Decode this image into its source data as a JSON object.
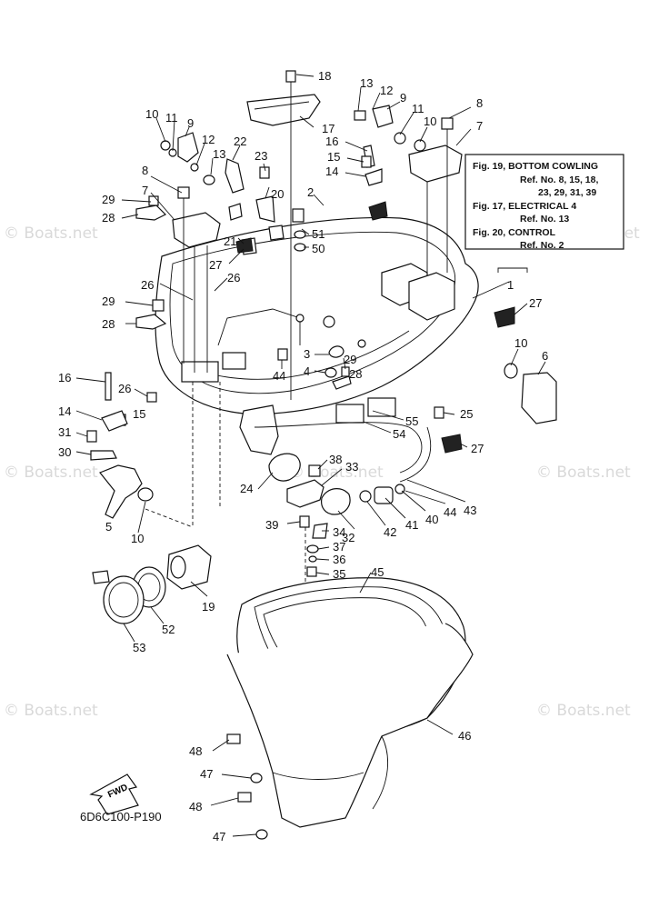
{
  "watermark": "© Boats.net",
  "diagram_code": "6D6C100-P190",
  "fwd_label": "FWD",
  "ref_box": {
    "lines": [
      "Fig. 19, BOTTOM COWLING",
      "Ref. No. 8, 15, 18,",
      "23, 29, 31, 39",
      "Fig. 17, ELECTRICAL 4",
      "Ref. No. 13",
      "Fig. 20, CONTROL",
      "Ref. No. 2"
    ]
  },
  "callouts": {
    "c18": "18",
    "c17": "17",
    "c13a": "13",
    "c12a": "12",
    "c9a": "9",
    "c11a": "11",
    "c10a": "10",
    "c8a": "8",
    "c7a": "7",
    "c16a": "16",
    "c15a": "15",
    "c14a": "14",
    "c2": "2",
    "c10b": "10",
    "c11b": "11",
    "c9b": "9",
    "c12b": "12",
    "c13b": "13",
    "c22": "22",
    "c23": "23",
    "c20": "20",
    "c8b": "8",
    "c7b": "7",
    "c29a": "29",
    "c28a": "28",
    "c21": "21",
    "c27a": "27",
    "c26a": "26",
    "c51": "51",
    "c50": "50",
    "c26b": "26",
    "c29b": "29",
    "c28b": "28",
    "c1": "1",
    "c27b": "27",
    "c3": "3",
    "c4": "4",
    "c44a": "44",
    "c29c": "29",
    "c28c": "28",
    "c10c": "10",
    "c6": "6",
    "c16b": "16",
    "c26c": "26",
    "c15b": "15",
    "c14b": "14",
    "c31": "31",
    "c30": "30",
    "c25": "25",
    "c55": "55",
    "c54": "54",
    "c27c": "27",
    "c38": "38",
    "c33": "33",
    "c24": "24",
    "c5": "5",
    "c10d": "10",
    "c39": "39",
    "c34": "34",
    "c32": "32",
    "c42": "42",
    "c41": "41",
    "c40": "40",
    "c44b": "44",
    "c43": "43",
    "c37": "37",
    "c36": "36",
    "c35": "35",
    "c45": "45",
    "c19": "19",
    "c52": "52",
    "c53": "53",
    "c46": "46",
    "c48a": "48",
    "c47a": "47",
    "c48b": "48",
    "c47b": "47"
  }
}
